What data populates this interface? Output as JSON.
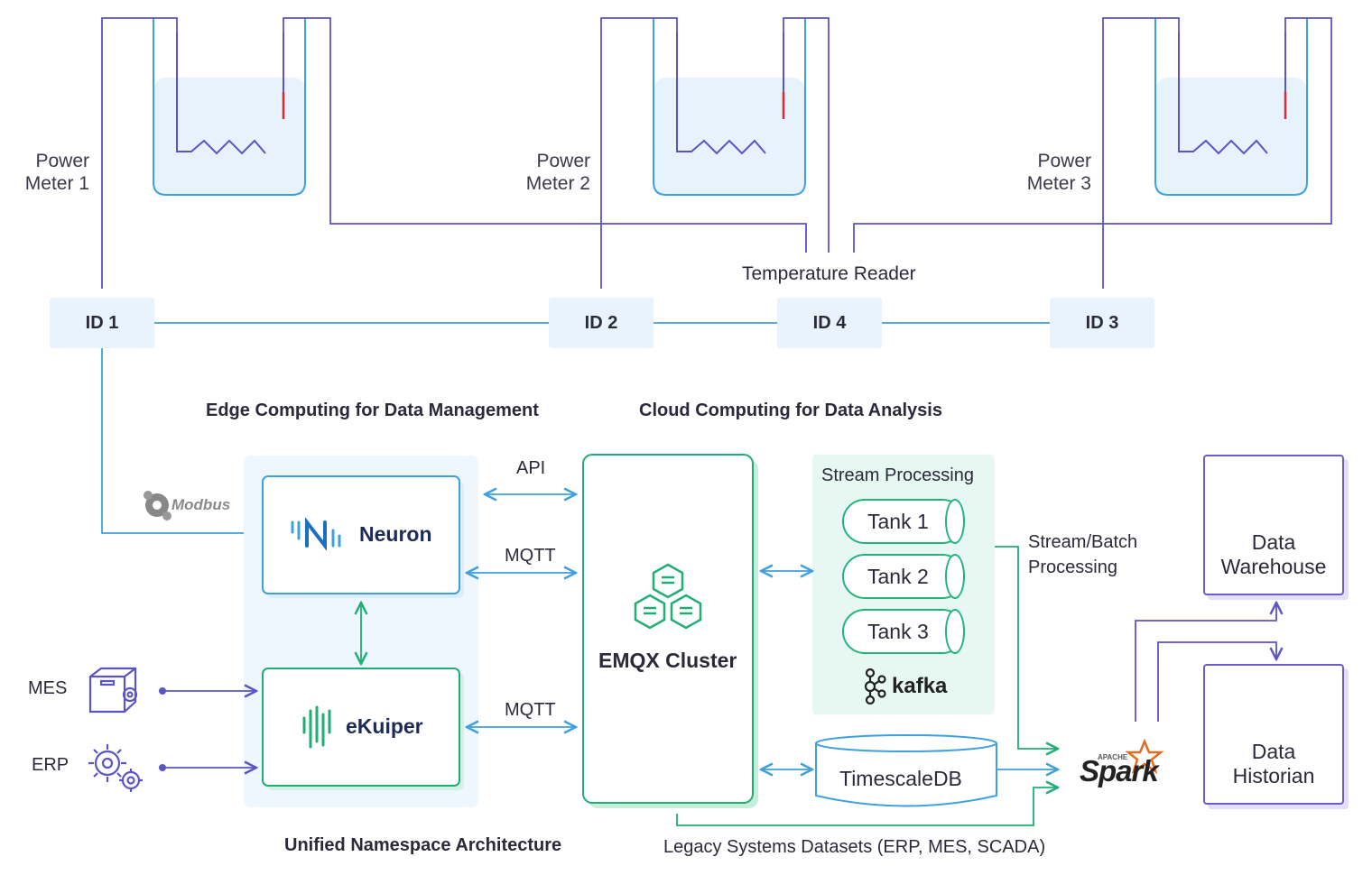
{
  "power_meters": [
    {
      "line1": "Power",
      "line2": "Meter 1"
    },
    {
      "line1": "Power",
      "line2": "Meter 2"
    },
    {
      "line1": "Power",
      "line2": "Meter 3"
    }
  ],
  "temperature_reader": "Temperature Reader",
  "ids": [
    "ID 1",
    "ID 2",
    "ID 4",
    "ID 3"
  ],
  "sections": {
    "edge": "Edge Computing for Data Management",
    "cloud": "Cloud Computing for Data Analysis",
    "uns": "Unified Namespace Architecture",
    "legacy": "Legacy Systems Datasets (ERP, MES, SCADA)"
  },
  "protocols": {
    "modbus": "Modbus",
    "api": "API",
    "mqtt_top": "MQTT",
    "mqtt_bottom": "MQTT"
  },
  "nodes": {
    "neuron": "Neuron",
    "ekuiper": "eKuiper",
    "emqx": "EMQX Cluster",
    "stream_processing": "Stream Processing",
    "kafka": "kafka",
    "timescaledb": "TimescaleDB",
    "spark": "Spark",
    "spark_small": "APACHE"
  },
  "tanks": [
    "Tank 1",
    "Tank 2",
    "Tank 3"
  ],
  "sources": {
    "mes": "MES",
    "erp": "ERP"
  },
  "stream_batch": {
    "line1": "Stream/Batch",
    "line2": "Processing"
  },
  "data_warehouse": {
    "line1": "Data",
    "line2": "Warehouse"
  },
  "data_historian": {
    "line1": "Data",
    "line2": "Historian"
  },
  "colors": {
    "purple": "#5b54c6",
    "blue": "#3ea0de",
    "green": "#1fae73",
    "water": "#e6f3fc",
    "red": "#e0262f"
  }
}
